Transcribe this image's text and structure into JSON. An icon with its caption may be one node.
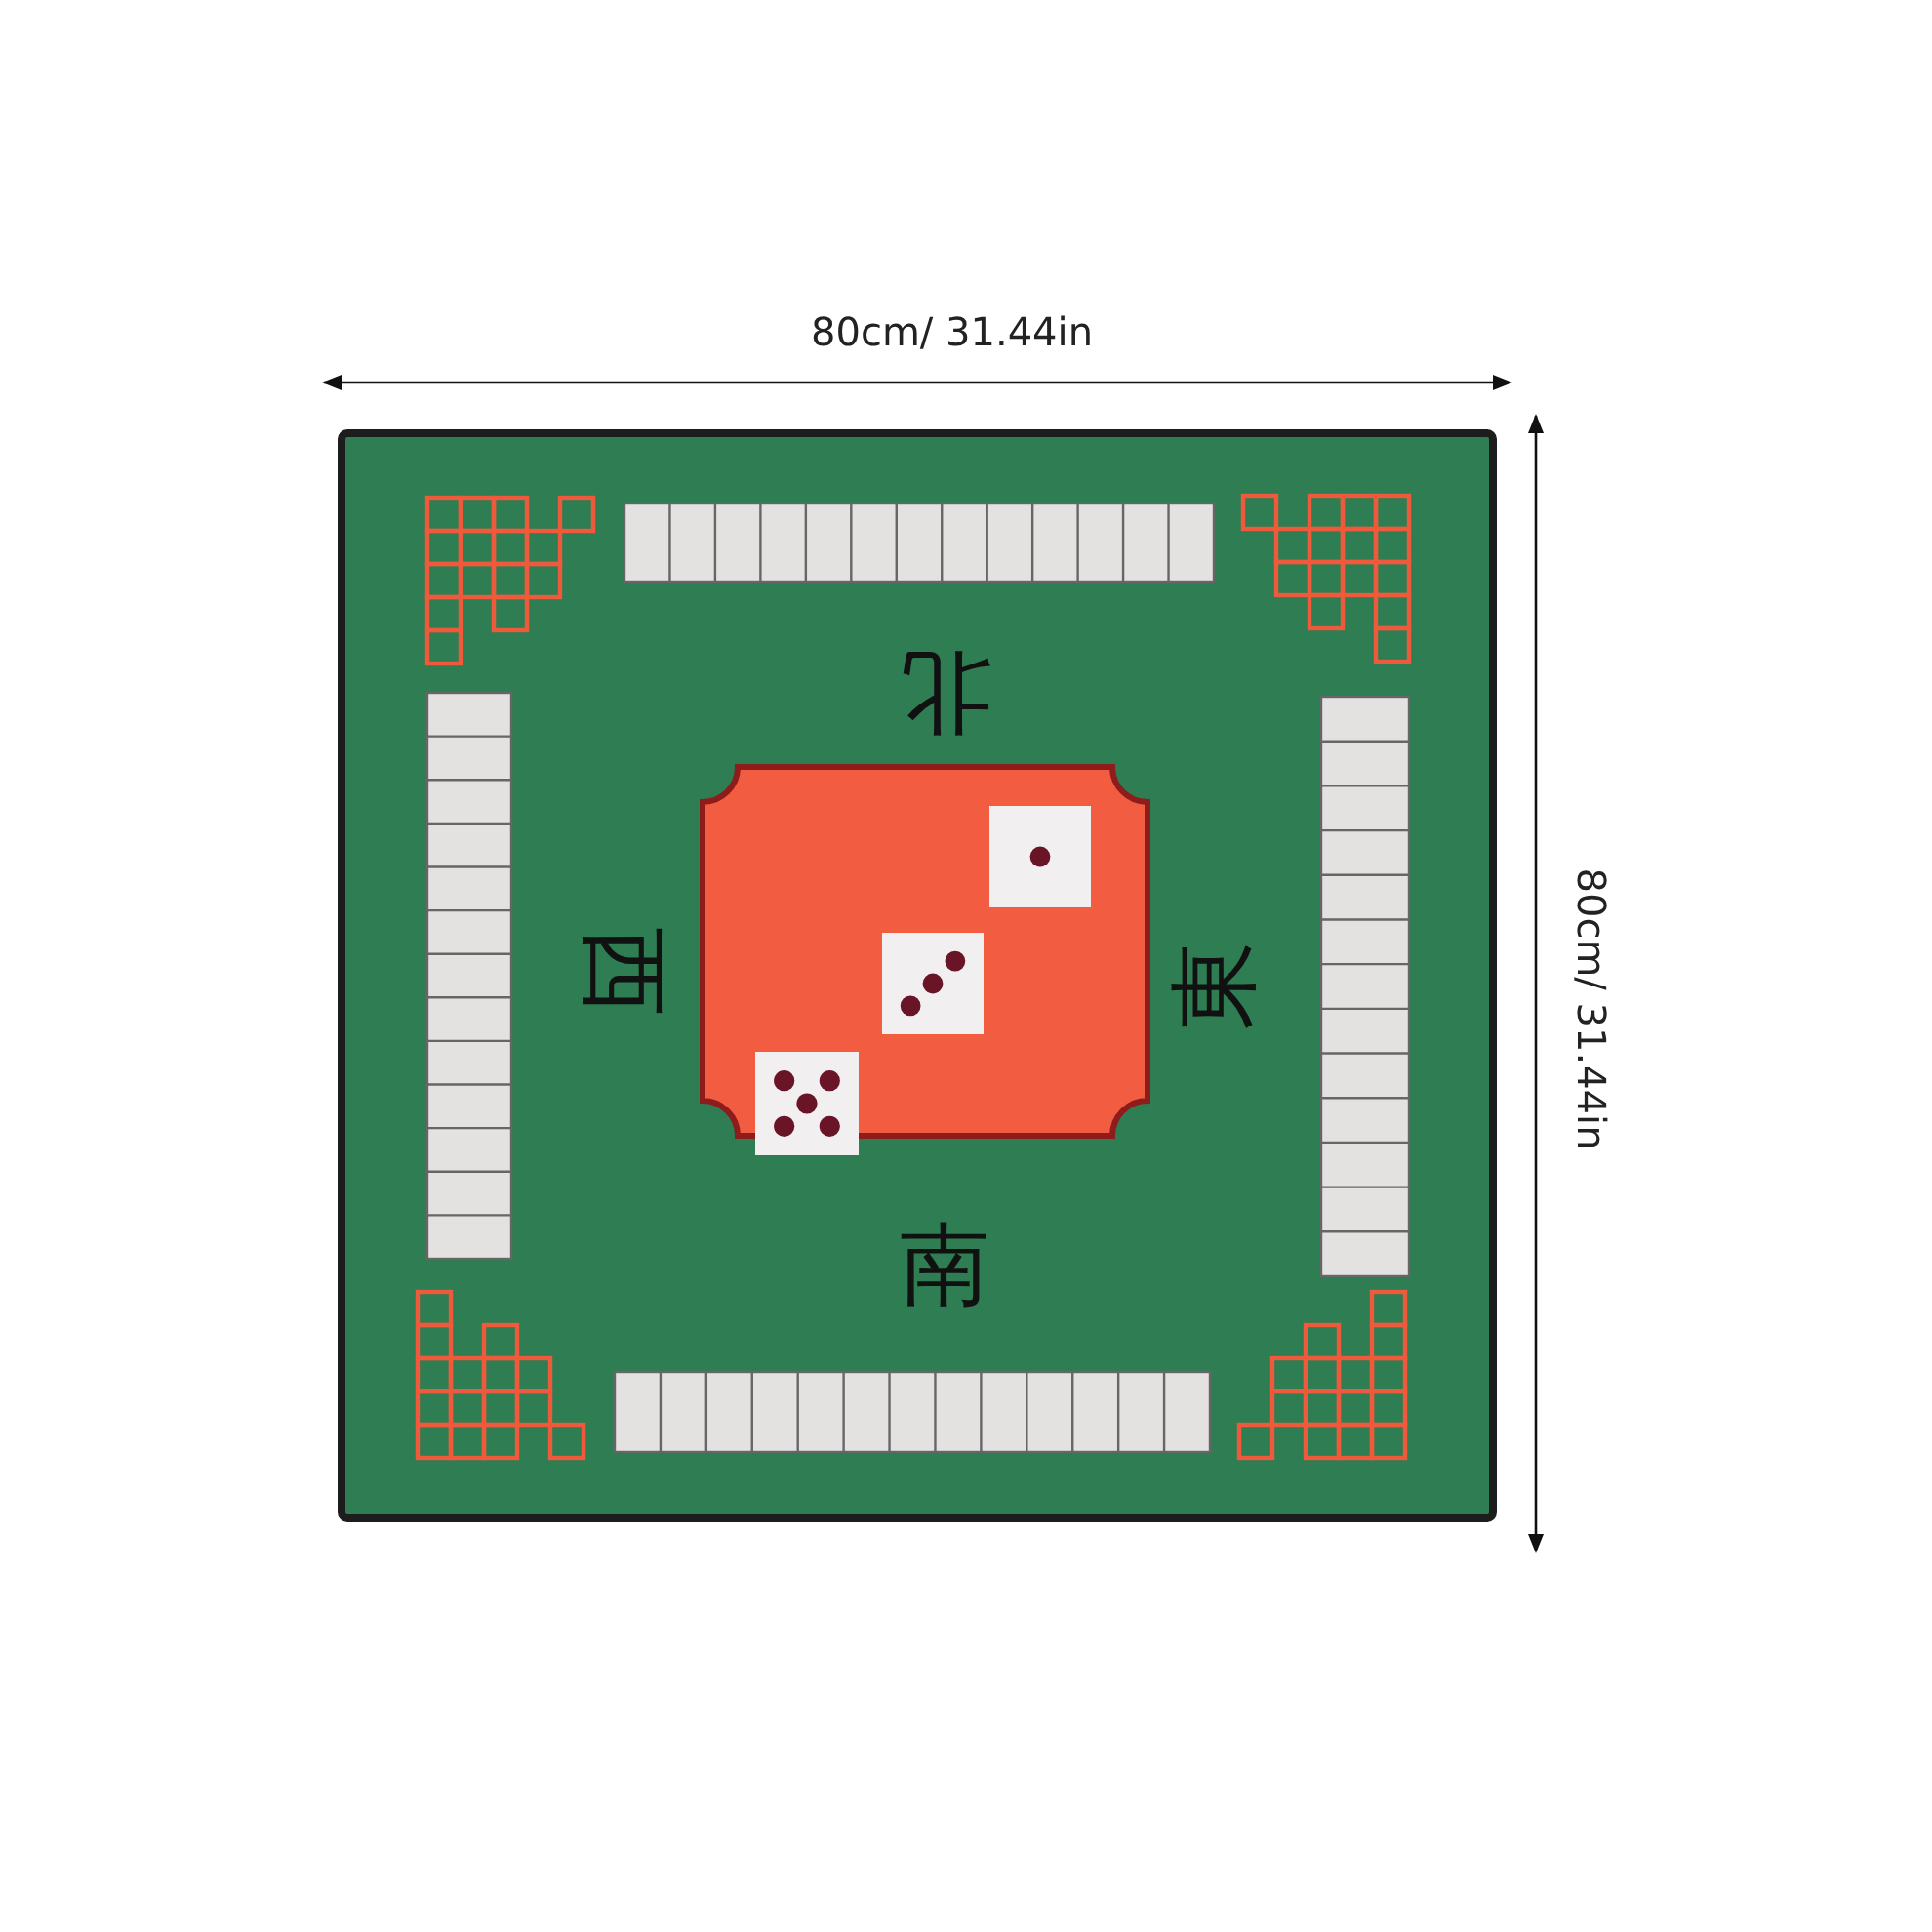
{
  "diagram": {
    "labels": [
      "80cm/ 31.44in",
      "北",
      "西",
      "東",
      "80cm/ 31.44in",
      "南"
    ]
  }
}
